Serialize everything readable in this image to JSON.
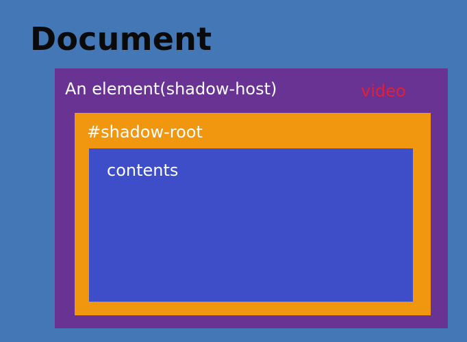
{
  "document": {
    "title": "Document"
  },
  "shadow_host": {
    "label": "An element(shadow-host)",
    "tag": "video"
  },
  "shadow_root": {
    "label": "#shadow-root"
  },
  "contents": {
    "label": "contents"
  },
  "colors": {
    "background": "#4477b6",
    "shadow_host": "#683393",
    "shadow_root": "#f0960f",
    "contents": "#3e4ec9",
    "tag_text": "#e0203a"
  }
}
